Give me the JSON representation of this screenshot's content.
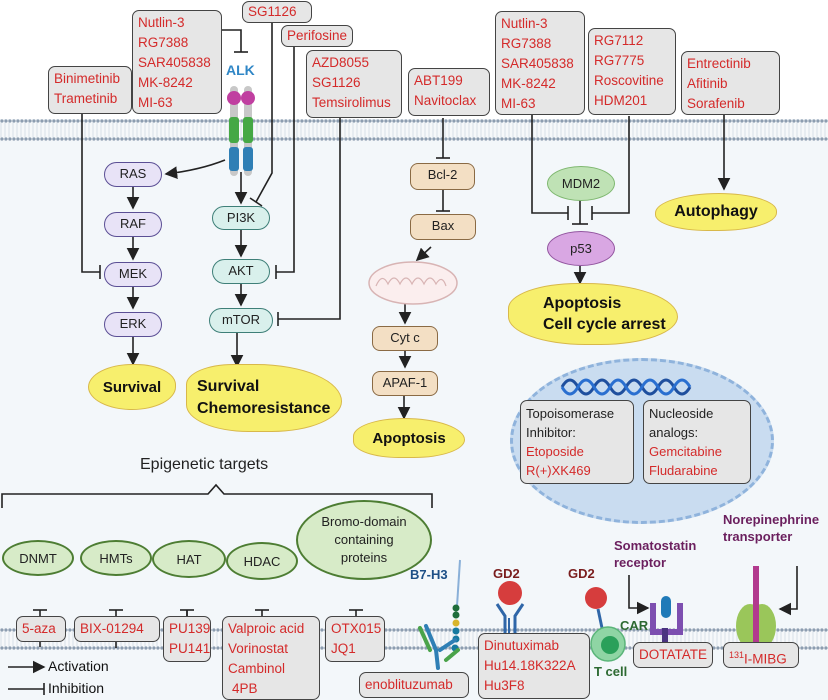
{
  "colors": {
    "drug_text": "#d42a2a",
    "alk_label": "#2f86c6",
    "outcome_fill": "#f7ef6d",
    "b7h3_label": "#1d4f86",
    "gd2_label": "#7a1d1d",
    "car_label": "#2d6a32",
    "receptor_label": "#6b1f5e"
  },
  "top_drugs": {
    "mek_inhibitors": [
      "Binimetinib",
      "Trametinib"
    ],
    "alk_inhibitors": [
      "Nutlin-3",
      "RG7388",
      "SAR405838",
      "MK-8242",
      "MI-63"
    ],
    "pi3k_inhibitor": [
      "SG1126"
    ],
    "akt_inhibitor": [
      "Perifosine"
    ],
    "mtor_inhibitors": [
      "AZD8055",
      "SG1126",
      "Temsirolimus"
    ],
    "bcl2_inhibitors": [
      "ABT199",
      "Navitoclax"
    ],
    "mdm2_inhibitors_a": [
      "Nutlin-3",
      "RG7388",
      "SAR405838",
      "MK-8242",
      "MI-63"
    ],
    "mdm2_inhibitors_b": [
      "RG7112",
      "RG7775",
      "Roscovitine",
      "HDM201"
    ],
    "autophagy_drugs": [
      "Entrectinib",
      "Afitinib",
      "Sorafenib"
    ]
  },
  "receptor": {
    "alk_label": "ALK"
  },
  "pathway_nodes": {
    "ras": "RAS",
    "raf": "RAF",
    "mek": "MEK",
    "erk": "ERK",
    "pi3k": "PI3K",
    "akt": "AKT",
    "mtor": "mTOR",
    "bcl2": "Bcl-2",
    "bax": "Bax",
    "cytc": "Cyt c",
    "apaf1": "APAF-1",
    "mdm2": "MDM2",
    "p53": "p53"
  },
  "outcomes": {
    "survival": "Survival",
    "survival_chemo": [
      "Survival",
      "Chemoresistance"
    ],
    "apoptosis": "Apoptosis",
    "apoptosis_arrest": [
      "Apoptosis",
      "Cell cycle arrest"
    ],
    "autophagy": "Autophagy"
  },
  "nucleus": {
    "topo": {
      "heading": [
        "Topoisomerase",
        "Inhibitor:"
      ],
      "drugs": [
        "Etoposide",
        "R(+)XK469"
      ]
    },
    "nucleoside": {
      "heading": [
        "Nucleoside",
        "analogs:"
      ],
      "drugs": [
        "Gemcitabine",
        "Fludarabine"
      ]
    }
  },
  "epigenetic": {
    "title": "Epigenetic targets",
    "targets": [
      {
        "name": "DNMT",
        "drugs": [
          "5-aza"
        ]
      },
      {
        "name": "HMTs",
        "drugs": [
          "BIX-01294"
        ]
      },
      {
        "name": "HAT",
        "drugs": [
          "PU139",
          "PU141"
        ]
      },
      {
        "name": "HDAC",
        "drugs": [
          "Valproic acid",
          "Vorinostat",
          "Cambinol",
          "4PB"
        ]
      },
      {
        "name": "Bromo-domain containing proteins",
        "lines": [
          "Bromo-domain",
          "containing",
          "proteins"
        ],
        "drugs": [
          "OTX015",
          "JQ1"
        ]
      }
    ]
  },
  "surface_targets": {
    "b7h3": {
      "label": "B7-H3",
      "drugs": [
        "enoblituzumab"
      ]
    },
    "gd2_antibody": {
      "label": "GD2",
      "drugs": [
        "Dinutuximab",
        "Hu14.18K322A",
        "Hu3F8"
      ]
    },
    "gd2_car": {
      "label": "GD2",
      "car_label": "CAR",
      "cell_label": "T cell"
    },
    "somatostatin": {
      "label": [
        "Somatostatin",
        "receptor"
      ],
      "drugs": [
        "DOTATATE"
      ]
    },
    "norepinephrine": {
      "label": [
        "Norepinephrine",
        "transporter"
      ],
      "drug_sup": "131",
      "drug_rest": "I-MIBG"
    }
  },
  "legend": {
    "activation": "Activation",
    "inhibition": "Inhibition"
  }
}
